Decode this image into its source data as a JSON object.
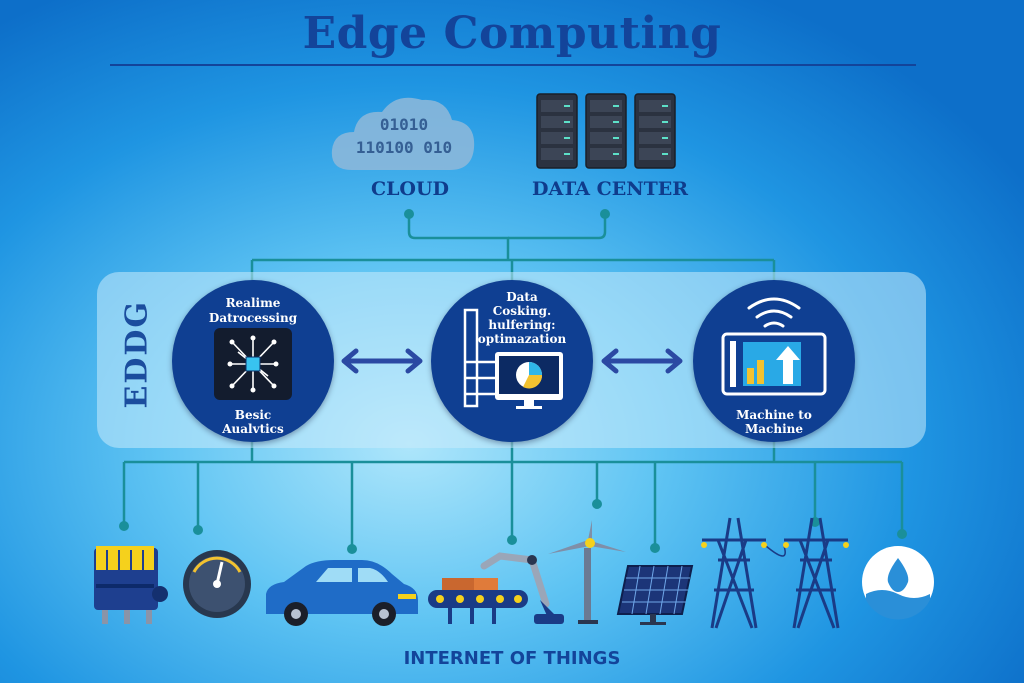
{
  "diagram": {
    "title": "Edge Computing",
    "cloud": {
      "label": "CLOUD",
      "binary_line1": "01010",
      "binary_line2": "110100 010"
    },
    "data_center": {
      "label": "DATA CENTER"
    },
    "edge": {
      "label": "EDDG",
      "nodes": [
        {
          "top_line1": "Realime",
          "top_line2": "Datrocessing",
          "bottom_line1": "Besic",
          "bottom_line2": "Aualvtics",
          "icon": "chip-icon"
        },
        {
          "line1": "Data",
          "line2": "Cosking.",
          "line3": "hulfering:",
          "line4": "optimazation",
          "icon": "monitor-server-icon"
        },
        {
          "bottom_line1": "Machine to",
          "bottom_line2": "Machine",
          "icon": "wifi-dashboard-icon"
        }
      ]
    },
    "iot": {
      "label": "INTERNET OF THINGS",
      "devices": [
        "battery-pack-icon",
        "gauge-icon",
        "car-icon",
        "robot-conveyor-icon",
        "wind-turbine-icon",
        "solar-panel-icon",
        "power-tower-icon",
        "power-tower-icon",
        "water-drop-icon"
      ]
    },
    "colors": {
      "navy": "#0f3f92",
      "teal_line": "#1a8f9a",
      "title": "#13449a",
      "background": "#5fc4f3"
    }
  }
}
